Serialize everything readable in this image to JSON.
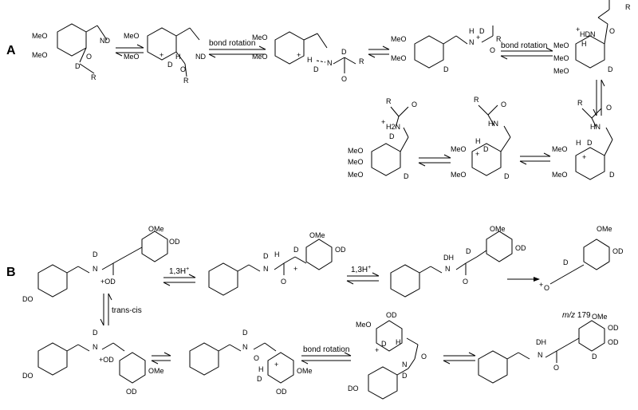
{
  "panels": [
    {
      "label": "A"
    },
    {
      "label": "B"
    }
  ],
  "arrow_labels": {
    "a_bond_rotation_1": "bond rotation",
    "a_bond_rotation_2": "bond rotation",
    "b_13h_1": "1,3H",
    "b_13h_1_sup": "+",
    "b_13h_2": "1,3H",
    "b_13h_2_sup": "+",
    "b_trans_cis": "trans-cis",
    "b_bond_rotation": "bond rotation"
  },
  "fragment_label": {
    "mz_italic": "m/z",
    "mz_value": " 179"
  },
  "atom_labels": {
    "ome": "OMe",
    "meo": "MeO",
    "d": "D",
    "nd": "ND",
    "r": "R",
    "o": "O",
    "o_plus": "O",
    "h": "H",
    "n": "N",
    "hn": "HN",
    "hdn": "HDN",
    "h2n": "H2N",
    "od": "OD",
    "do": "DO",
    "plus_od": "+OD",
    "dh_plus": "DH",
    "plus": "+",
    "nh_plus": "N",
    "o_plus_fragment": "O"
  }
}
